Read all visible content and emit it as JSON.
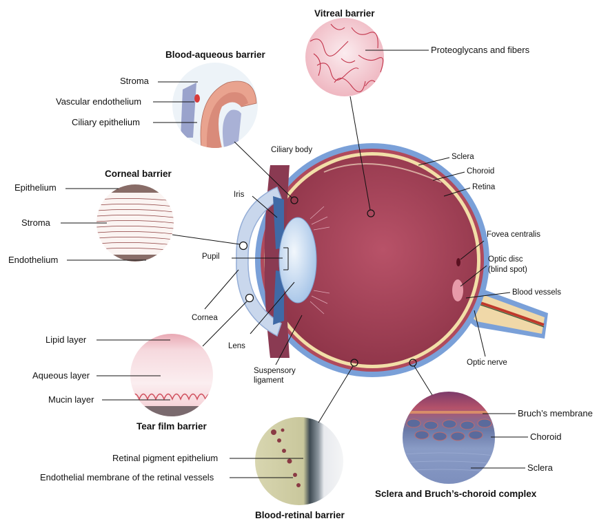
{
  "colors": {
    "sclera": "#7aa0d8",
    "eye_interior": "#a8445a",
    "retina_band": "#f2dfa8",
    "optic_nerve": "#f0d8a8",
    "blood_vessel": "#c0392b",
    "tear_film_pink": "#f2b8c0",
    "leader_line": "#111111"
  },
  "vitreal": {
    "title": "Vitreal barrier",
    "labels": [
      "Proteoglycans and fibers"
    ]
  },
  "blood_aqueous": {
    "title": "Blood-aqueous barrier",
    "labels": [
      "Stroma",
      "Vascular endothelium",
      "Ciliary epithelium"
    ]
  },
  "corneal": {
    "title": "Corneal barrier",
    "labels": [
      "Epithelium",
      "Stroma",
      "Endothelium"
    ]
  },
  "tear_film": {
    "title": "Tear film barrier",
    "labels": [
      "Lipid layer",
      "Aqueous layer",
      "Mucin layer"
    ]
  },
  "blood_retinal": {
    "title": "Blood-retinal barrier",
    "labels": [
      "Retinal pigment epithelium",
      "Endothelial membrane of the retinal vessels"
    ]
  },
  "sclera_bruch": {
    "title": "Sclera and Bruch’s-choroid complex",
    "labels": [
      "Bruch’s membrane",
      "Choroid",
      "Sclera"
    ]
  },
  "eye_labels": {
    "ciliary_body": "Ciliary body",
    "sclera": "Sclera",
    "choroid": "Choroid",
    "retina": "Retina",
    "iris": "Iris",
    "pupil": "Pupil",
    "fovea": "Fovea centralis",
    "optic_disc_line1": "Optic disc",
    "optic_disc_line2": "(blind spot)",
    "blood_vessels": "Blood vessels",
    "cornea": "Cornea",
    "lens": "Lens",
    "suspensory_line1": "Suspensory",
    "suspensory_line2": "ligament",
    "optic_nerve": "Optic nerve"
  }
}
